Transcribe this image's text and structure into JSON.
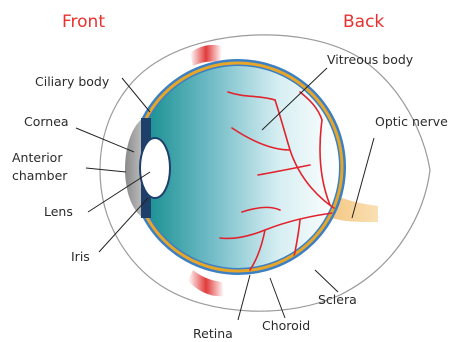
{
  "headers": {
    "front": "Front",
    "back": "Back"
  },
  "labels": {
    "ciliary_body": "Ciliary body",
    "cornea": "Cornea",
    "anterior": "Anterior",
    "chamber": "chamber",
    "lens": "Lens",
    "iris": "Iris",
    "vitreous_body": "Vitreous body",
    "optic_nerve": "Optic nerve",
    "sclera": "Sclera",
    "choroid": "Choroid",
    "retina": "Retina"
  },
  "colors": {
    "header": "#e8302f",
    "sclera_front": "#3b7fc4",
    "vitreous": "#0c8a8a",
    "choroid": "#e5a62a",
    "vessels": "#e2222c"
  }
}
